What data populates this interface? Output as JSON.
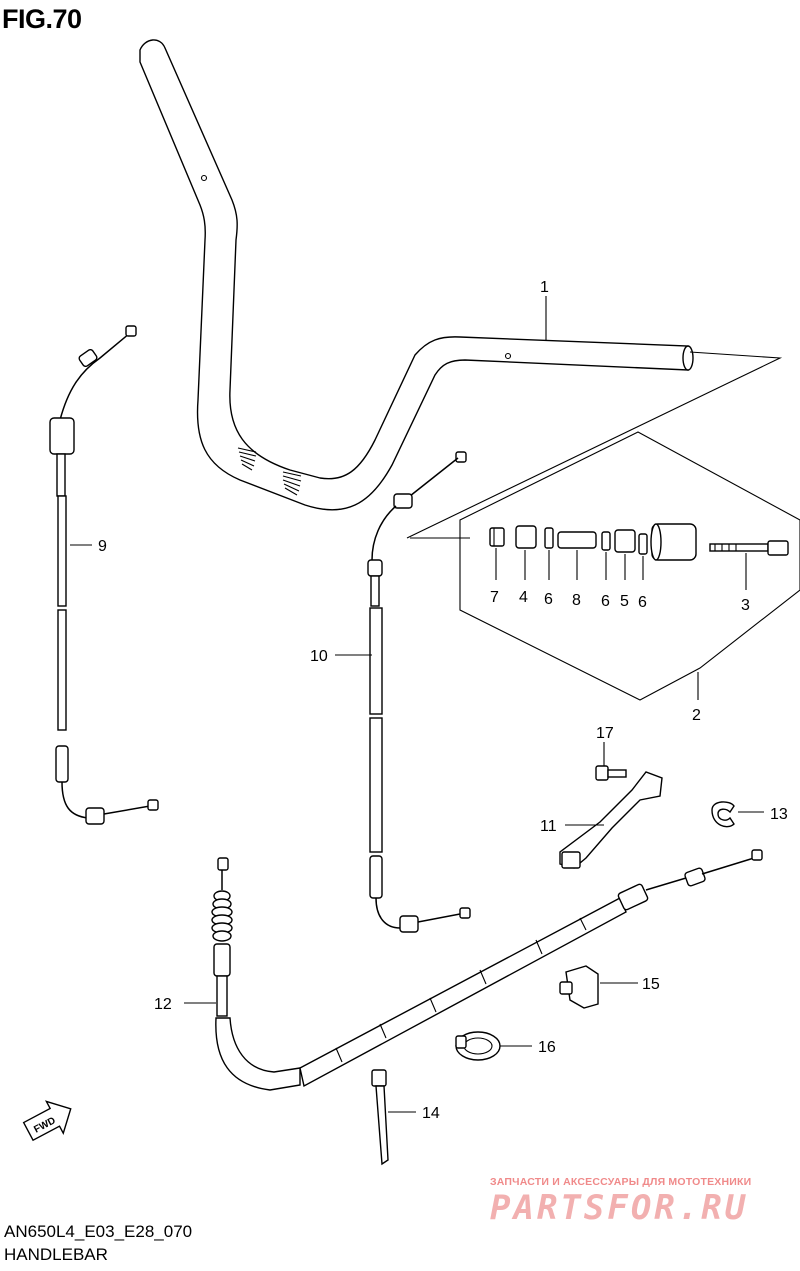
{
  "header": {
    "figure": "FIG.70"
  },
  "footer": {
    "model_code": "AN650L4_E03_E28_070",
    "title": "HANDLEBAR"
  },
  "watermark": {
    "tagline": "ЗАПЧАСТИ И АКСЕССУАРЫ ДЛЯ МОТОТЕХНИКИ",
    "logo": "PARTSFOR.RU"
  },
  "badge": {
    "fwd": "FWD"
  },
  "callouts": {
    "c1": "1",
    "c2": "2",
    "c3": "3",
    "c4": "4",
    "c5": "5",
    "c6a": "6",
    "c6b": "6",
    "c6c": "6",
    "c7": "7",
    "c8": "8",
    "c9": "9",
    "c10": "10",
    "c11": "11",
    "c12": "12",
    "c13": "13",
    "c14": "14",
    "c15": "15",
    "c16": "16",
    "c17": "17"
  }
}
